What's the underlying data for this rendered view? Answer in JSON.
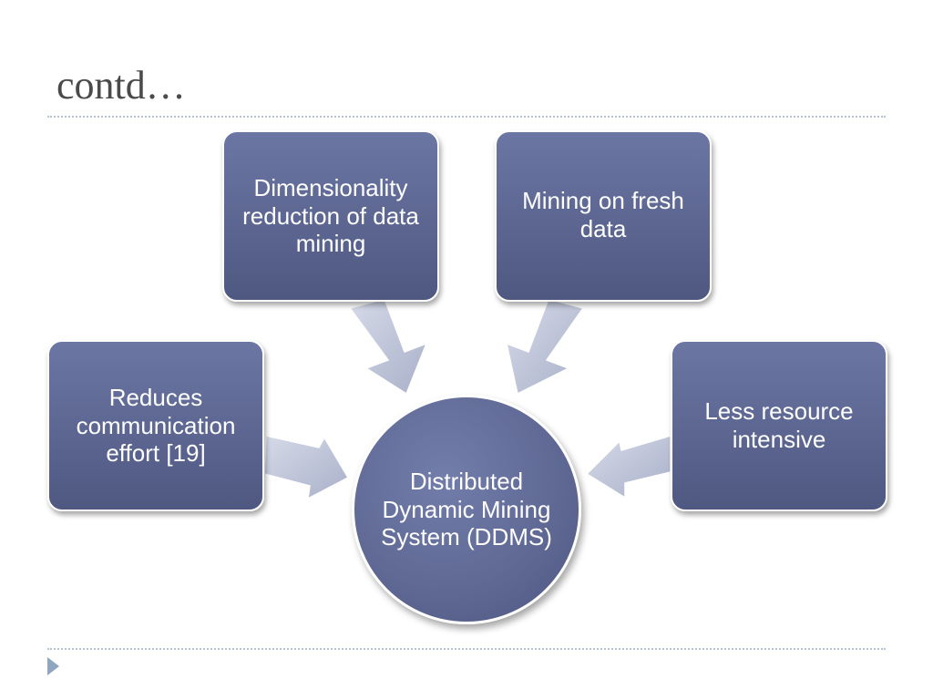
{
  "slide": {
    "title": "contd…"
  },
  "diagram": {
    "center": {
      "label": "Distributed Dynamic Mining System (DDMS)"
    },
    "nodes": [
      {
        "id": "dimensionality",
        "label": "Dimensionality reduction of data mining"
      },
      {
        "id": "fresh-data",
        "label": "Mining on fresh data"
      },
      {
        "id": "communication",
        "label": "Reduces communication effort [19]"
      },
      {
        "id": "resource",
        "label": "Less resource intensive"
      }
    ]
  },
  "colors": {
    "node_fill": "#5e6893",
    "node_border": "#ffffff",
    "arrow_fill": "#c3c8dc",
    "divider": "#b8c4d2",
    "title_text": "#4a4a4a"
  }
}
